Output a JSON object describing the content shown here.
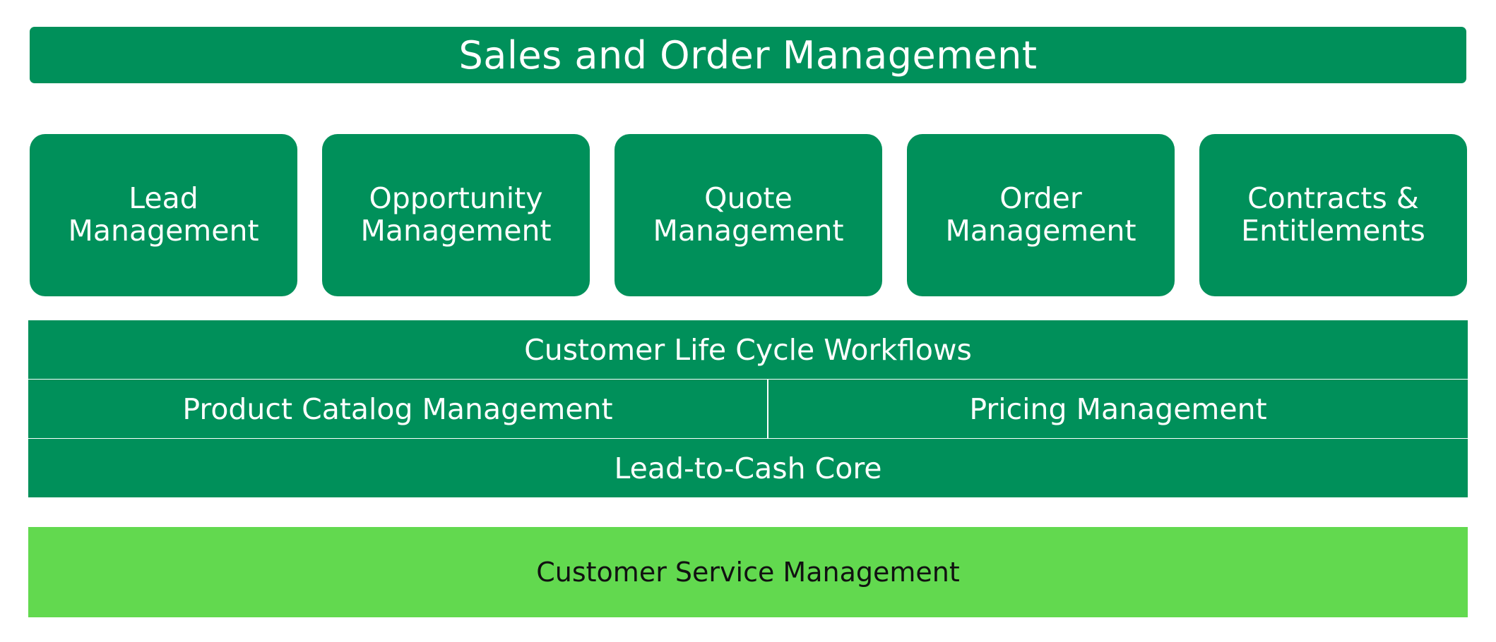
{
  "title": "Sales and Order Management",
  "modules": [
    {
      "label": "Lead\nManagement"
    },
    {
      "label": "Opportunity\nManagement"
    },
    {
      "label": "Quote\nManagement"
    },
    {
      "label": "Order\nManagement"
    },
    {
      "label": "Contracts &\nEntitlements"
    }
  ],
  "layers": {
    "workflows": "Customer Life Cycle Workflows",
    "catalog": "Product Catalog Management",
    "pricing": "Pricing Management",
    "core": "Lead-to-Cash Core"
  },
  "service": "Customer Service Management",
  "colors": {
    "primary_green": "#00905a",
    "light_green": "#62d94f",
    "text_on_primary": "#ffffff",
    "text_on_light": "#111111"
  }
}
